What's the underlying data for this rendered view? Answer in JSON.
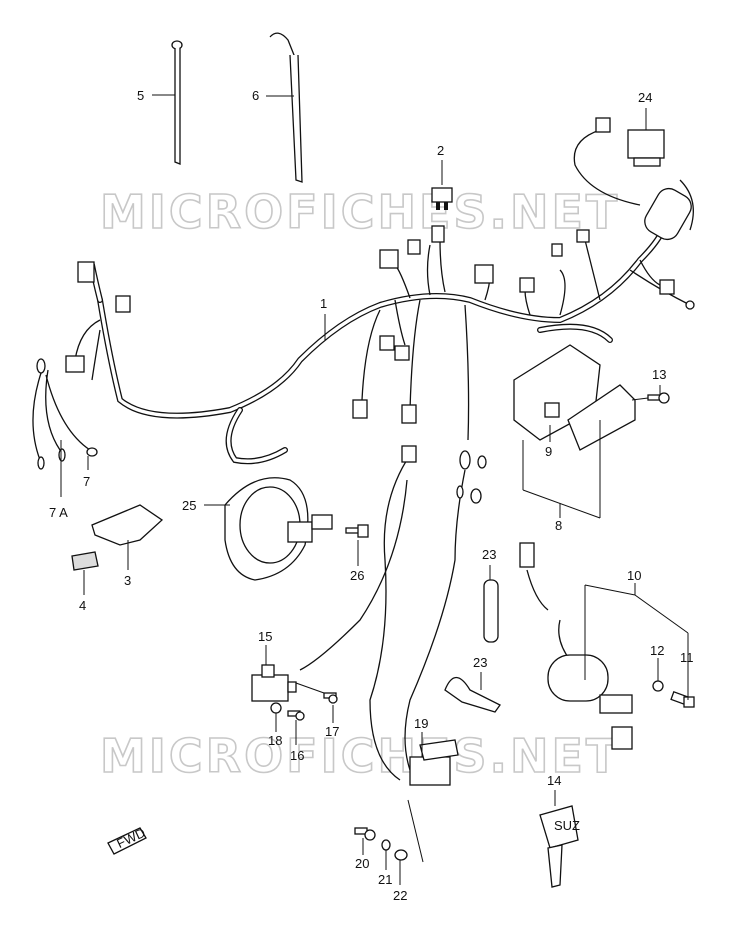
{
  "watermark": "MICROFICHES.NET",
  "fwd_label": "FWD",
  "key_label": "SUZ",
  "callouts": {
    "c1": "1",
    "c2": "2",
    "c3": "3",
    "c4": "4",
    "c5": "5",
    "c6": "6",
    "c7": "7",
    "c7a": "7 A",
    "c8": "8",
    "c9": "9",
    "c10": "10",
    "c11": "11",
    "c12": "12",
    "c13": "13",
    "c14": "14",
    "c15": "15",
    "c16": "16",
    "c17": "17",
    "c18": "18",
    "c19": "19",
    "c20": "20",
    "c21": "21",
    "c22": "22",
    "c23a": "23",
    "c23b": "23",
    "c24": "24",
    "c25": "25",
    "c26": "26"
  }
}
